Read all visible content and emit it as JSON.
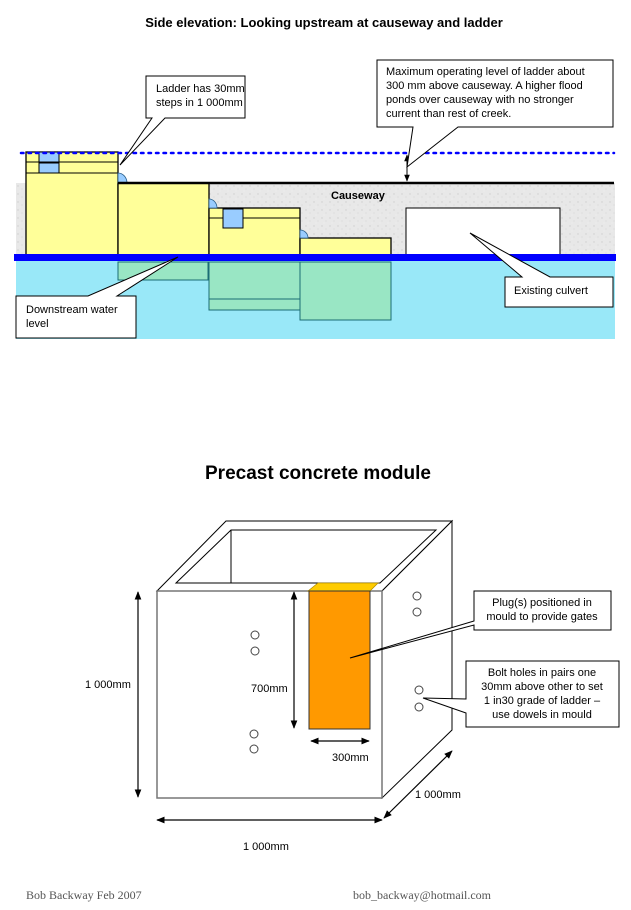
{
  "side_elevation": {
    "title": "Side elevation: Looking upstream at causeway and ladder",
    "causeway_label": "Causeway",
    "callouts": {
      "ladder_steps": [
        "Ladder has 30mm",
        "steps in 1 000mm"
      ],
      "max_level": [
        "Maximum operating level of ladder about",
        "300 mm above causeway. A higher flood",
        "ponds over causeway with no stronger",
        "current than rest of creek."
      ],
      "downstream": [
        "Downstream water",
        "level"
      ],
      "culvert": [
        "Existing culvert"
      ]
    },
    "colors": {
      "module_fill": "#ffff99",
      "submerged_fill": "#99e6c4",
      "water": "#99e8f8",
      "water_line": "#0000ff",
      "flood_line": "#0000ff",
      "gate": "#99ccff",
      "causeway": "#e6e6e6"
    }
  },
  "module": {
    "title": "Precast concrete module",
    "callouts": {
      "plugs": [
        "Plug(s) positioned in",
        "mould to provide gates"
      ],
      "bolts": [
        "Bolt holes in pairs one",
        "30mm above other to set",
        "1 in30 grade of ladder –",
        "use dowels in mould"
      ]
    },
    "dimensions": {
      "height": "1 000mm",
      "width": "1 000mm",
      "depth": "1 000mm",
      "gate_height": "700mm",
      "gate_width": "300mm"
    },
    "colors": {
      "gate_front": "#ff9900",
      "gate_top": "#ffcc00"
    }
  },
  "footer": {
    "author": "Bob Backway Feb 2007",
    "email": "bob_backway@hotmail.com"
  }
}
